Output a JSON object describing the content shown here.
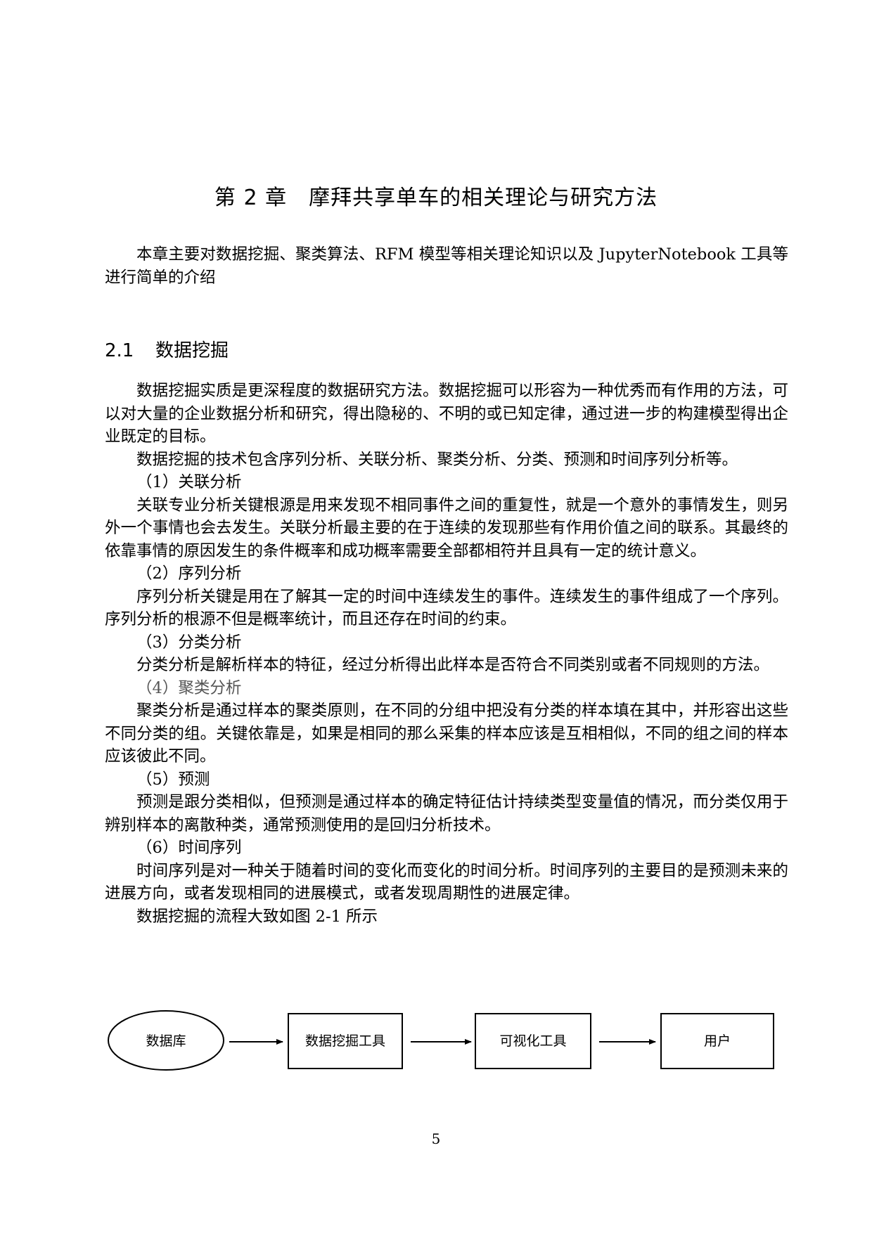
{
  "chapter_title": "第 2 章　摩拜共享单车的相关理论与研究方法",
  "intro": "本章主要对数据挖掘、聚类算法、RFM 模型等相关理论知识以及 JupyterNotebook 工具等进行简单的介绍",
  "section": {
    "number": "2.1",
    "title": "数据挖掘"
  },
  "paragraphs": {
    "p1": "数据挖掘实质是更深程度的数据研究方法。数据挖掘可以形容为一种优秀而有作用的方法，可以对大量的企业数据分析和研究，得出隐秘的、不明的或已知定律，通过进一步的构建模型得出企业既定的目标。",
    "p2": "数据挖掘的技术包含序列分析、关联分析、聚类分析、分类、预测和时间序列分析等。",
    "item1_title": "（1）关联分析",
    "item1_text": "关联专业分析关键根源是用来发现不相同事件之间的重复性，就是一个意外的事情发生，则另外一个事情也会去发生。关联分析最主要的在于连续的发现那些有作用价值之间的联系。其最终的依靠事情的原因发生的条件概率和成功概率需要全部都相符并且具有一定的统计意义。",
    "item2_title": "（2）序列分析",
    "item2_text": "序列分析关键是用在了解其一定的时间中连续发生的事件。连续发生的事件组成了一个序列。序列分析的根源不但是概率统计，而且还存在时间的约束。",
    "item3_title": "（3）分类分析",
    "item3_text": "分类分析是解析样本的特征，经过分析得出此样本是否符合不同类别或者不同规则的方法。",
    "item4_title": "（4）聚类分析",
    "item4_text": "聚类分析是通过样本的聚类原则，在不同的分组中把没有分类的样本填在其中，并形容出这些不同分类的组。关键依靠是，如果是相同的那么采集的样本应该是互相相似，不同的组之间的样本应该彼此不同。",
    "item5_title": "（5）预测",
    "item5_text": "预测是跟分类相似，但预测是通过样本的确定特征估计持续类型变量值的情况，而分类仅用于辨别样本的离散种类，通常预测使用的是回归分析技术。",
    "item6_title": "（6）时间序列",
    "item6_text": "时间序列是对一种关于随着时间的变化而变化的时间分析。时间序列的主要目的是预测未来的进展方向，或者发现相同的进展模式，或者发现周期性的进展定律。",
    "flow_intro": "数据挖掘的流程大致如图 2-1 所示"
  },
  "flowchart": {
    "nodes": [
      "数据库",
      "数据挖掘工具",
      "可视化工具",
      "用户"
    ]
  },
  "page_number": "5"
}
